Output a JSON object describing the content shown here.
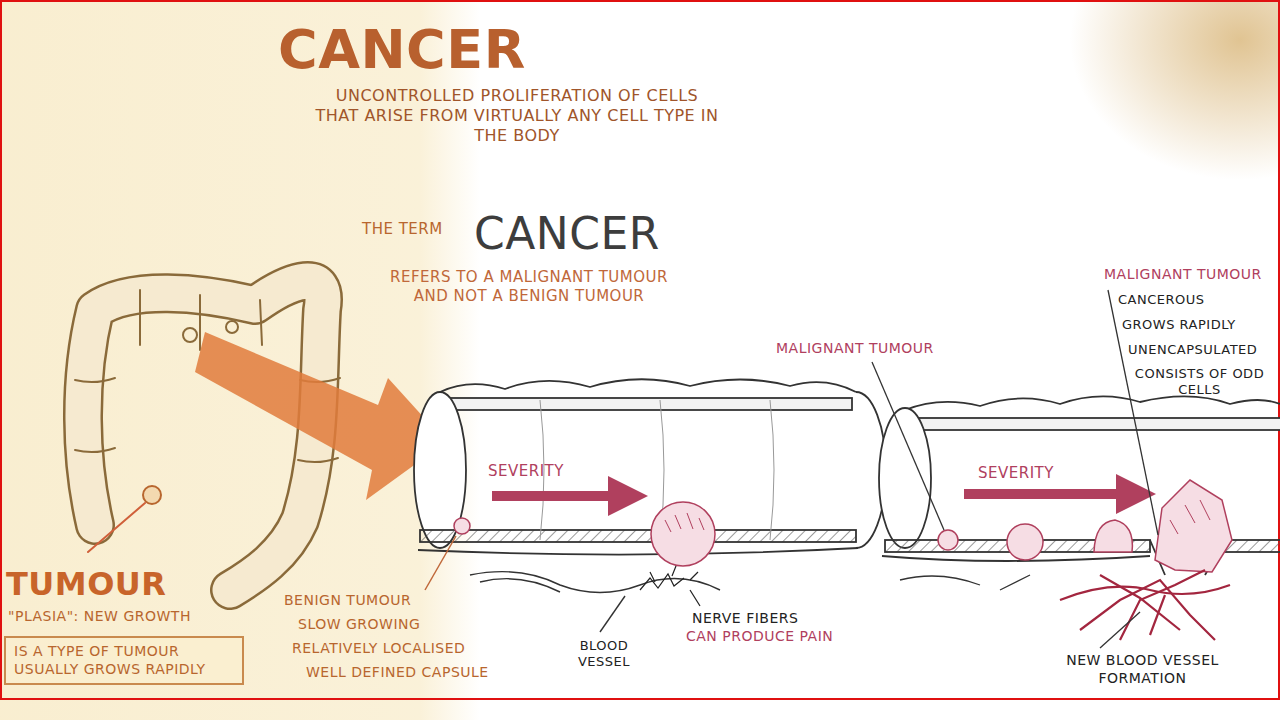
{
  "diagram": {
    "title": "CANCER",
    "nodes": [
      {
        "text": [
          "IS A TYPE OF TUMOUR USUALLY GROWS RAPIDLY"
        ]
      }
    ],
    "labels": [
      "UNCONTROLLED PROLIFERATION OF CELLS THAT ARISE FROM VIRTUALLY ANY CELL TYPE IN THE BODY",
      "THE TERM",
      "CANCER",
      "REFERS TO A MALIGNANT TUMOUR AND NOT A BENIGN TUMOUR",
      "SEVERITY",
      "SEVERITY",
      "MALIGNANT TUMOUR",
      "MALIGNANT TUMOUR",
      "CANCEROUS",
      "GROWS RAPIDLY",
      "UNENCAPSULATED",
      "CONSISTS OF ODD CELLS",
      "NERVE FIBERS",
      "CAN PRODUCE PAIN",
      "BLOOD VESSEL",
      "NEW BLOOD VESSEL FORMATION",
      "BENIGN TUMOUR",
      "SLOW GROWING",
      "RELATIVELY LOCALISED",
      "WELL DEFINED CAPSULE",
      "TUMOUR",
      "\"PLASIA\": NEW GROWTH"
    ]
  }
}
